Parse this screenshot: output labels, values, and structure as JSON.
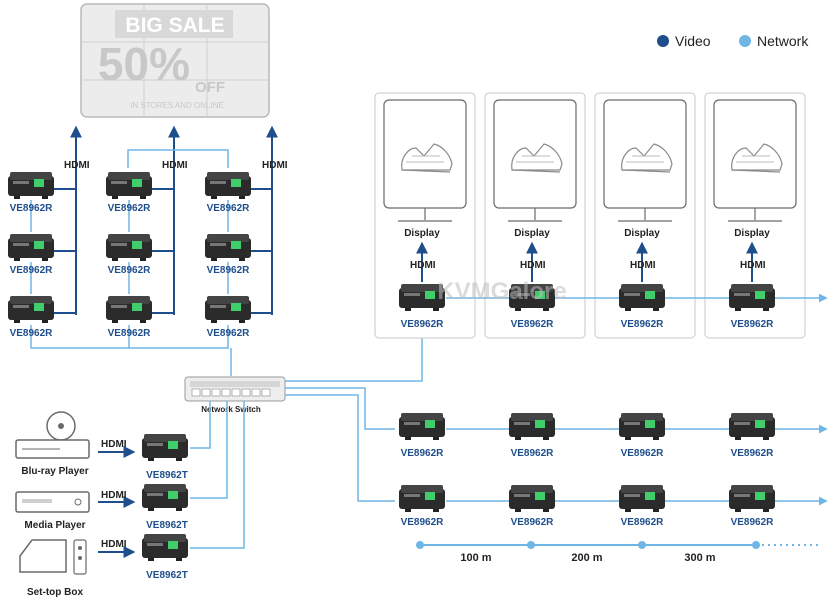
{
  "colors": {
    "video": "#1f4e8c",
    "network": "#6fb6e6",
    "device": "#2b2b2b",
    "panel": "#b9b9b9"
  },
  "legend": {
    "video": "Video",
    "network": "Network"
  },
  "video_wall": {
    "headline": "BIG SALE",
    "percent": "50%",
    "off": "OFF",
    "tagline": "IN STORES AND ONLINE"
  },
  "labels": {
    "hdmi": "HDMI",
    "display": "Display",
    "receiver": "VE8962R",
    "transmitter": "VE8962T",
    "switch": "Network Switch"
  },
  "sources": [
    "Blu-ray Player",
    "Media Player",
    "Set-top Box"
  ],
  "distances": [
    "100 m",
    "200 m",
    "300 m"
  ],
  "watermark": "KVMGalore"
}
